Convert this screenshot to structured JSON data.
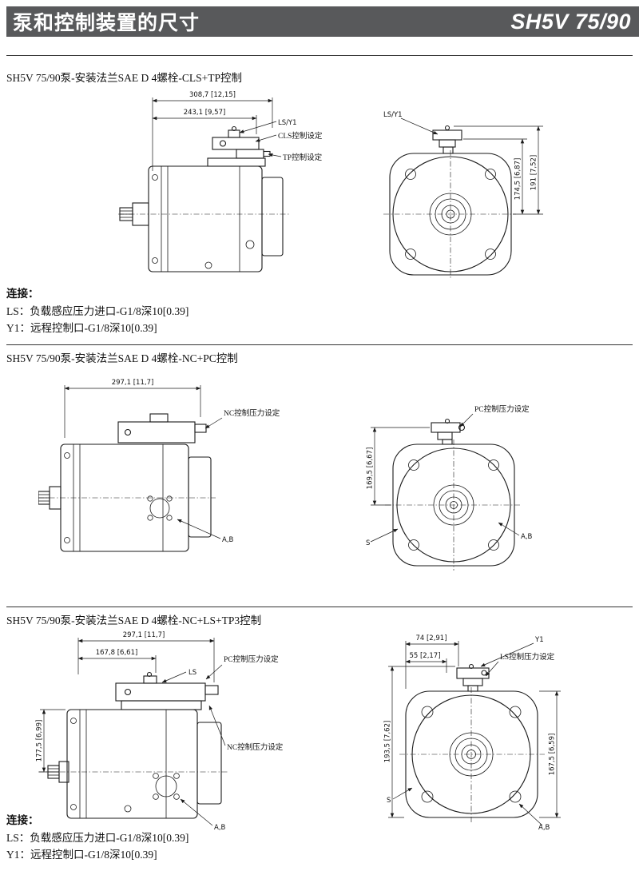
{
  "header": {
    "title": "泵和控制装置的尺寸",
    "model": "SH5V 75/90"
  },
  "sections": {
    "s1": {
      "heading": "SH5V 75/90泵-安装法兰SAE D 4螺栓-CLS+TP控制",
      "side": {
        "dim_total": "308,7 [12,15]",
        "dim_partial": "243,1 [9,57]",
        "label_lsy1": "LS/Y1",
        "label_cls": "CLS控制设定",
        "label_tp": "TP控制设定"
      },
      "front": {
        "label_lsy1": "LS/Y1",
        "dim_h1": "174,5 [6,87]",
        "dim_h2": "191 [7,52]"
      }
    },
    "s2": {
      "heading": "SH5V 75/90泵-安装法兰SAE D 4螺栓-NC+PC控制",
      "side": {
        "dim_total": "297,1 [11,7]",
        "label_nc": "NC控制压力设定",
        "label_ab": "A,B"
      },
      "front": {
        "label_pc": "PC控制压力设定",
        "dim_h": "169,5 [6,67]",
        "label_s": "S",
        "label_ab": "A,B"
      }
    },
    "s3": {
      "heading": "SH5V 75/90泵-安装法兰SAE D 4螺栓-NC+LS+TP3控制",
      "side": {
        "dim_total": "297,1 [11,7]",
        "dim_partial": "167,8 [6,61]",
        "dim_height": "177,5 [6,99]",
        "label_ls": "LS",
        "label_pc": "PC控制压力设定",
        "label_nc": "NC控制压力设定",
        "label_ab": "A,B"
      },
      "front": {
        "dim_w1": "74 [2,91]",
        "dim_w2": "55 [2,17]",
        "label_y1": "Y1",
        "label_ls": "LS控制压力设定",
        "dim_h1": "193,5 [7,62]",
        "dim_h2": "167,5 [6,59]",
        "label_s": "S",
        "label_ab": "A,B"
      }
    }
  },
  "connections": {
    "title": "连接：",
    "ls_key": "LS：",
    "ls_text": "负载感应压力进口-G1/8深10[0.39]",
    "y1_key": "Y1：",
    "y1_text": "远程控制口-G1/8深10[0.39]"
  }
}
